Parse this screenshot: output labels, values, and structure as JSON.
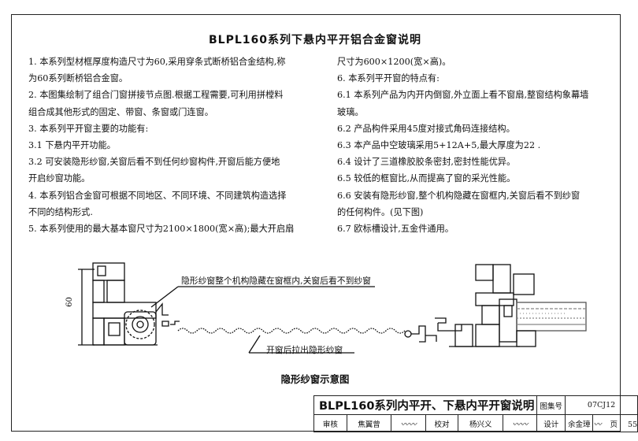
{
  "doc_title": "BLPL160系列下悬内平开铝合金窗说明",
  "left_paragraphs": [
    "1. 本系列型材框厚度构造尺寸为60,采用穿条式断桥铝合金结构,称",
    "为60系列断桥铝合金窗。",
    "2. 本图集绘制了组合门窗拼接节点图.根据工程需要,可利用拼樘料",
    "组合成其他形式的固定、带窗、条窗或门连窗。",
    "3. 本系列平开窗主要的功能有:",
    "3.1 下悬内平开功能。",
    "3.2 可安装隐形纱窗,关窗后看不到任何纱窗构件,开窗后能方便地",
    "开启纱窗功能。",
    "4. 本系列铝合金窗可根据不同地区、不同环境、不同建筑构造选择",
    "不同的结构形式.",
    "5. 本系列使用的最大基本窗尺寸为2100×1800(宽×高);最大开启扇"
  ],
  "right_paragraphs": [
    "尺寸为600×1200(宽×高)。",
    "6. 本系列平开窗的特点有:",
    "6.1 本系列产品为内开内倒窗,外立面上看不窗扇,整窗结构象幕墙",
    "玻璃。",
    "6.2 产品构件采用45度对接式角码连接结构。",
    "6.3 本产品中空玻璃采用5+12A+5,最大厚度为22 .",
    "6.4 设计了三道橡胶胶条密封,密封性能优异。",
    "6.5 较低的框窗比,从而提高了窗的采光性能。",
    "6.6 安装有隐形纱窗,整个机构隐藏在窗框内,关窗后看不到纱窗",
    "的任何构件。(见下图)",
    "6.7 欧标槽设计,五金件通用。"
  ],
  "diagram": {
    "label_top": "隐形纱窗整个机构隐藏在窗框内,关窗后看不到纱窗",
    "label_bottom": "开窗后拉出隐形纱窗",
    "dimension": "60",
    "caption": "隐形纱窗示意图"
  },
  "title_block": {
    "main_title": "BLPL160系列内平开、下悬内平开窗说明",
    "atlas_label": "图集号",
    "atlas_no": "07CJ12",
    "review_label": "审核",
    "review_name": "焦翼曾",
    "check_label": "校对",
    "check_name": "杨兴义",
    "design_label": "设计",
    "design_name": "余金璋",
    "page_label": "页",
    "page_no": "55"
  }
}
